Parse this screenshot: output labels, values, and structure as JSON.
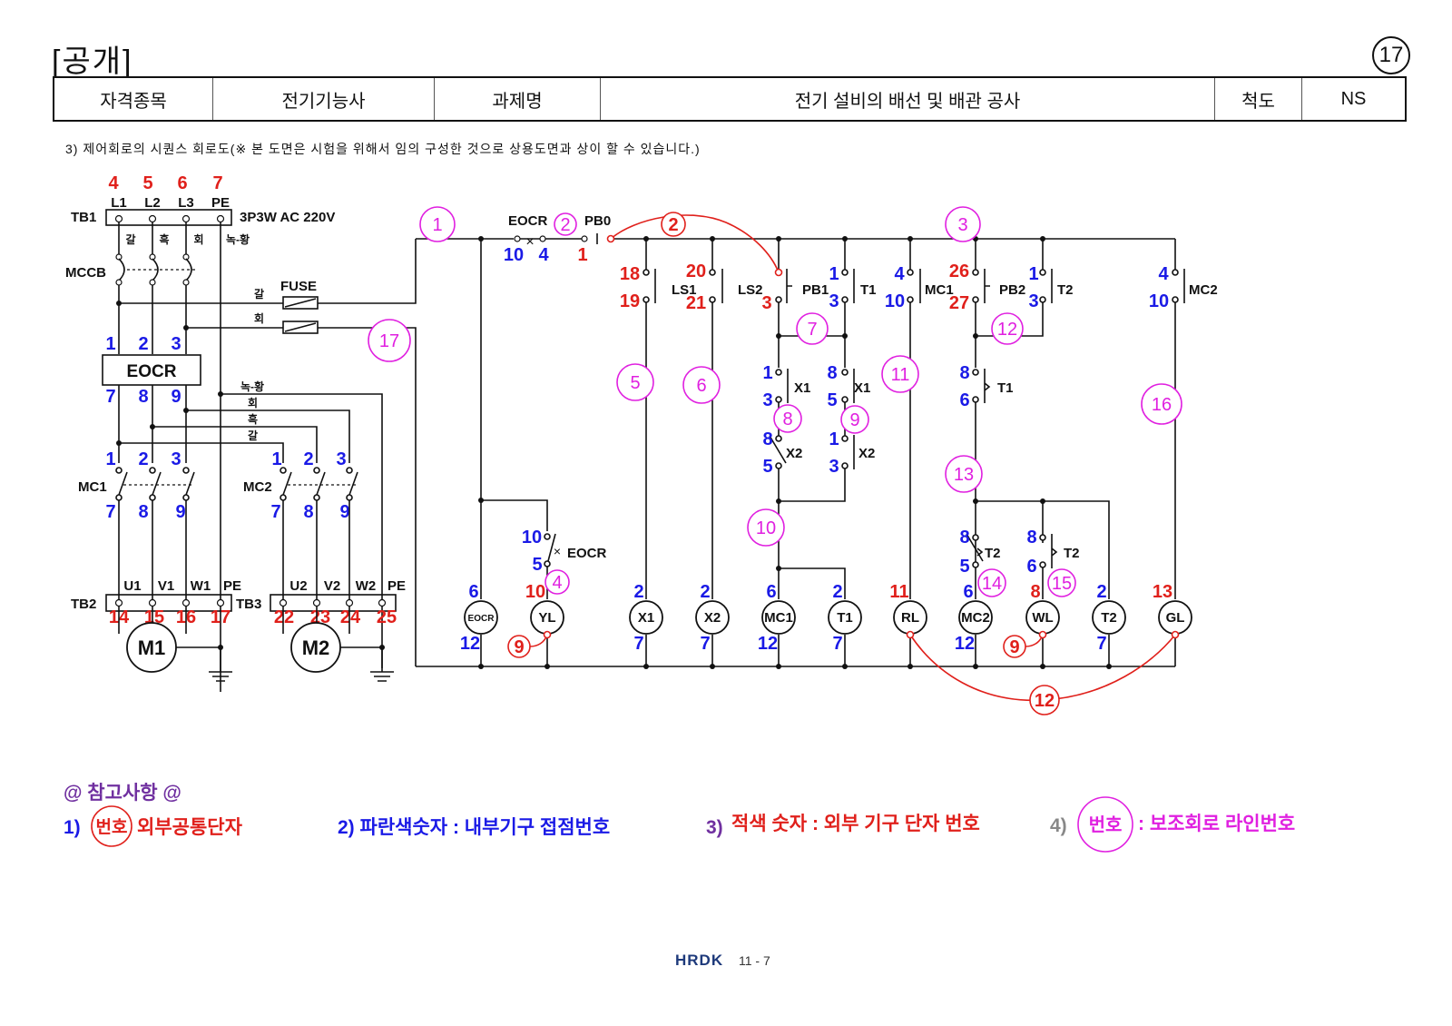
{
  "header": {
    "tag": "[공개]",
    "page_number": "17",
    "cells": [
      "자격종목",
      "전기기능사",
      "과제명",
      "전기 설비의 배선 및 배관 공사",
      "척도",
      "NS"
    ]
  },
  "note": "3) 제어회로의 시퀀스 회로도(※ 본 도면은 시험을 위해서 임의 구성한 것으로 상용도면과 상이 할 수 있습니다.)",
  "power": {
    "tb1_label": "TB1",
    "tb1_spec": "3P3W AC 220V",
    "tb1_terms": [
      "L1",
      "L2",
      "L3",
      "PE"
    ],
    "tb1_nums": [
      "4",
      "5",
      "6",
      "7"
    ],
    "phase_colors": [
      "갈",
      "흑",
      "회",
      "녹-황"
    ],
    "mccb": "MCCB",
    "fuse": "FUSE",
    "fuse_wire_1": "갈",
    "fuse_wire_2": "회",
    "eocr": "EOCR",
    "eocr_in": [
      "1",
      "2",
      "3"
    ],
    "eocr_out": [
      "7",
      "8",
      "9"
    ],
    "bus_labels": [
      "녹-황",
      "회",
      "흑",
      "갈"
    ],
    "mc1": "MC1",
    "mc2": "MC2",
    "mc_in": [
      "1",
      "2",
      "3"
    ],
    "mc_out": [
      "7",
      "8",
      "9"
    ],
    "tb2": "TB2",
    "tb3": "TB3",
    "tb2_terms": [
      "U1",
      "V1",
      "W1",
      "PE"
    ],
    "tb3_terms": [
      "U2",
      "V2",
      "W2",
      "PE"
    ],
    "tb2_nums": [
      "14",
      "15",
      "16",
      "17"
    ],
    "tb3_nums": [
      "22",
      "23",
      "24",
      "25"
    ],
    "m1": "M1",
    "m2": "M2"
  },
  "control": {
    "top_items": [
      "EOCR",
      "PB0"
    ],
    "top_nums_blue": [
      "10",
      "4"
    ],
    "top_num_red": "1",
    "contacts": [
      {
        "label": "LS1",
        "top": "18",
        "bottom": "19"
      },
      {
        "label": "LS2",
        "top": "20",
        "bottom": "21"
      },
      {
        "label": "PB1",
        "top": "",
        "bottom": "3"
      },
      {
        "label": "T1",
        "top": "1",
        "bottom": "3"
      },
      {
        "label": "MC1",
        "top": "4",
        "bottom": "10"
      },
      {
        "label": "PB2",
        "top": "26",
        "bottom": "27"
      },
      {
        "label": "T2",
        "top": "1",
        "bottom": "3"
      },
      {
        "label": "MC2",
        "top": "4",
        "bottom": "10"
      }
    ],
    "interlocks": [
      {
        "label": "X1",
        "top": "1",
        "bottom": "3"
      },
      {
        "label": "X1",
        "top": "8",
        "bottom": "5"
      },
      {
        "label": "X2",
        "top": "8",
        "bottom": "5"
      },
      {
        "label": "X2",
        "top": "1",
        "bottom": "3"
      },
      {
        "label": "T1",
        "top": "8",
        "bottom": "6"
      },
      {
        "label": "EOCR",
        "top": "10",
        "bottom": "5"
      },
      {
        "label": "T2",
        "top": "8",
        "bottom": "5"
      },
      {
        "label": "T2",
        "top": "8",
        "bottom": "6"
      }
    ],
    "loads": [
      {
        "label": "EOCR",
        "top": "6",
        "bottom": "12"
      },
      {
        "label": "YL",
        "top": "10",
        "bottom": "9"
      },
      {
        "label": "X1",
        "top": "2",
        "bottom": "7"
      },
      {
        "label": "X2",
        "top": "2",
        "bottom": "7"
      },
      {
        "label": "MC1",
        "top": "6",
        "bottom": "12"
      },
      {
        "label": "T1",
        "top": "2",
        "bottom": "7"
      },
      {
        "label": "RL",
        "top": "11",
        "bottom": ""
      },
      {
        "label": "MC2",
        "top": "6",
        "bottom": "12"
      },
      {
        "label": "WL",
        "top": "8",
        "bottom": "9"
      },
      {
        "label": "T2",
        "top": "2",
        "bottom": "7"
      },
      {
        "label": "GL",
        "top": "13",
        "bottom": ""
      }
    ],
    "line_numbers": [
      "1",
      "2",
      "3",
      "4",
      "5",
      "6",
      "7",
      "8",
      "9",
      "10",
      "11",
      "12",
      "13",
      "14",
      "15",
      "16",
      "17"
    ],
    "common_red": [
      "2",
      "9",
      "9",
      "12"
    ]
  },
  "legend": {
    "title": "@ 참고사항 @",
    "item1_num": "1)",
    "item1_circle": "번호",
    "item1_text": "외부공통단자",
    "item2": "2) 파란색숫자 : 내부기구 접점번호",
    "item3_num": "3)",
    "item3_text": "적색 숫자 : 외부 기구 단자 번호",
    "item4_num": "4)",
    "item4_circle": "번호",
    "item4_text": ": 보조회로 라인번호"
  },
  "footer": {
    "logo": "HRDK",
    "page": "11 - 7"
  },
  "colors": {
    "red": "#e0201b",
    "blue": "#1a1ae6",
    "magenta": "#e020e0",
    "purple": "#7030a0",
    "navy": "#1e3a7b"
  }
}
